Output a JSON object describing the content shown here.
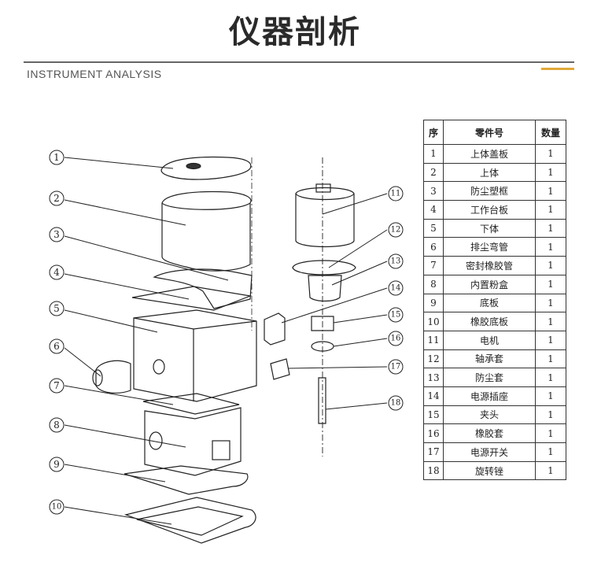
{
  "header": {
    "title": "仪器剖析",
    "subtitle": "INSTRUMENT ANALYSIS"
  },
  "diagram": {
    "callouts": [
      "1",
      "2",
      "3",
      "4",
      "5",
      "6",
      "7",
      "8",
      "9",
      "10",
      "11",
      "12",
      "13",
      "14",
      "15",
      "16",
      "17",
      "18"
    ]
  },
  "parts_table": {
    "headers": {
      "no": "序",
      "name": "零件号",
      "qty": "数量"
    },
    "rows": [
      {
        "no": "1",
        "name": "上体盖板",
        "qty": "1"
      },
      {
        "no": "2",
        "name": "上体",
        "qty": "1"
      },
      {
        "no": "3",
        "name": "防尘塑框",
        "qty": "1"
      },
      {
        "no": "4",
        "name": "工作台板",
        "qty": "1"
      },
      {
        "no": "5",
        "name": "下体",
        "qty": "1"
      },
      {
        "no": "6",
        "name": "排尘弯管",
        "qty": "1"
      },
      {
        "no": "7",
        "name": "密封橡胶管",
        "qty": "1"
      },
      {
        "no": "8",
        "name": "内置粉盒",
        "qty": "1"
      },
      {
        "no": "9",
        "name": "底板",
        "qty": "1"
      },
      {
        "no": "10",
        "name": "橡胶底板",
        "qty": "1"
      },
      {
        "no": "11",
        "name": "电机",
        "qty": "1"
      },
      {
        "no": "12",
        "name": "轴承套",
        "qty": "1"
      },
      {
        "no": "13",
        "name": "防尘套",
        "qty": "1"
      },
      {
        "no": "14",
        "name": "电源插座",
        "qty": "1"
      },
      {
        "no": "15",
        "name": "夹头",
        "qty": "1"
      },
      {
        "no": "16",
        "name": "橡胶套",
        "qty": "1"
      },
      {
        "no": "17",
        "name": "电源开关",
        "qty": "1"
      },
      {
        "no": "18",
        "name": "旋转锉",
        "qty": "1"
      }
    ]
  }
}
